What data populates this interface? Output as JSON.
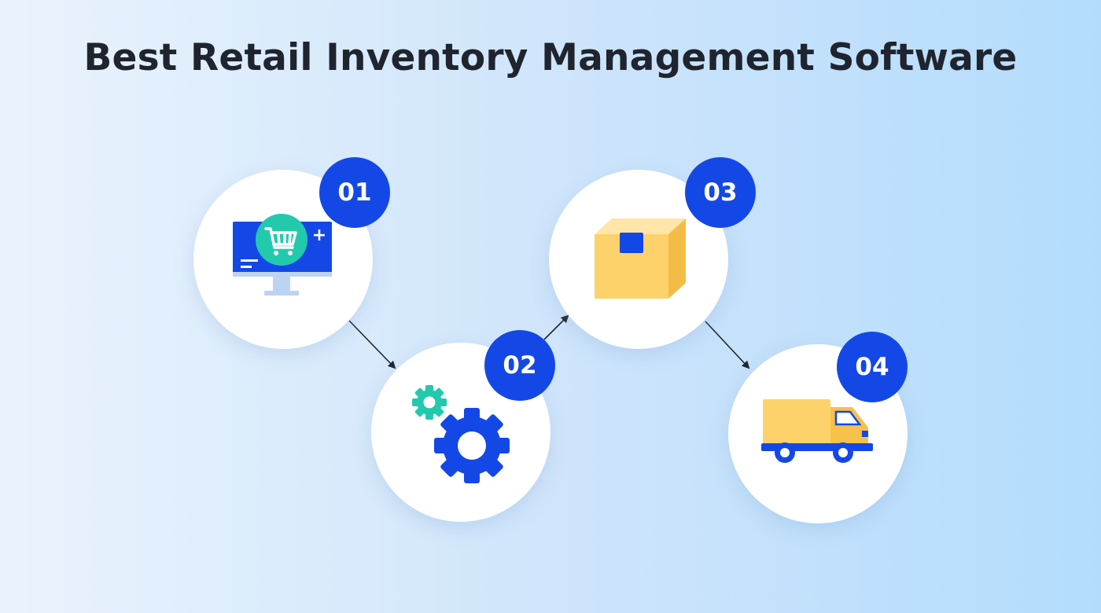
{
  "title": "Best Retail Inventory Management Software",
  "colors": {
    "badge": "#1448e6",
    "accent_teal": "#23c9ad",
    "box_yellow": "#fdd26b",
    "arrow": "#1f242e"
  },
  "steps": [
    {
      "number": "01",
      "icon": "monitor-cart-icon"
    },
    {
      "number": "02",
      "icon": "gears-icon"
    },
    {
      "number": "03",
      "icon": "package-box-icon"
    },
    {
      "number": "04",
      "icon": "delivery-truck-icon"
    }
  ]
}
